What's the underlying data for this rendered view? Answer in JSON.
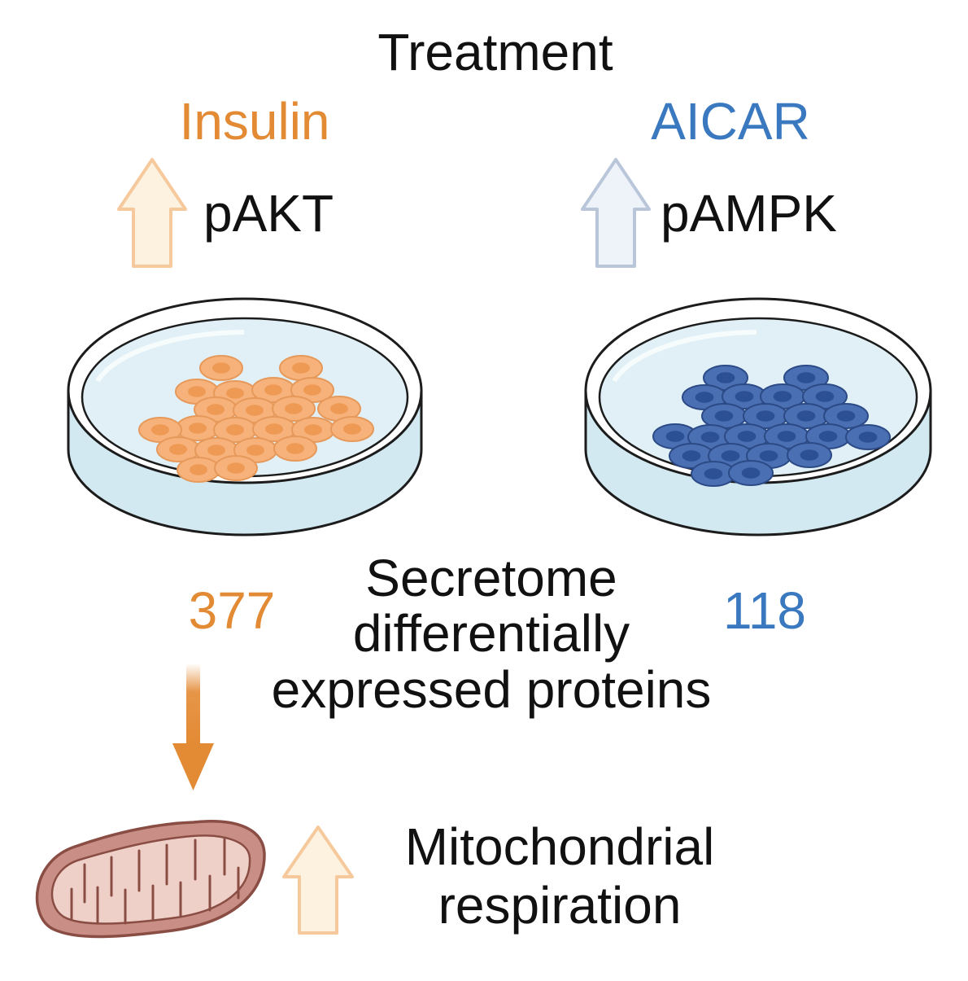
{
  "title": "Treatment",
  "treatments": [
    {
      "name": "Insulin",
      "marker": "pAKT",
      "count": "377",
      "color": "#e38a34",
      "arrow_fill": "#fdf1df",
      "arrow_stroke": "#f6c99c",
      "cell_fill": "#f6b27a",
      "cell_nucleus": "#ee9a55",
      "cell_stroke": "#e6995a"
    },
    {
      "name": "AICAR",
      "marker": "pAMPK",
      "count": "118",
      "color": "#3a78bf",
      "arrow_fill": "#eef3fa",
      "arrow_stroke": "#b9c6da",
      "cell_fill": "#4a6fb3",
      "cell_nucleus": "#2d4f93",
      "cell_stroke": "#2b4a86"
    }
  ],
  "secretome": {
    "lines": [
      "Secretome",
      "differentially",
      "expressed proteins"
    ]
  },
  "outcome": {
    "lines": [
      "Mitochondrial",
      "respiration"
    ],
    "down_arrow_color": "#e38a34",
    "up_arrow_fill": "#fdf1df",
    "up_arrow_stroke": "#f6c99c",
    "mito_outer": "#c98f86",
    "mito_inner": "#efd0c9",
    "mito_stroke": "#8a4d44"
  },
  "icons": {
    "dish": "petri-dish-icon",
    "mitochondrion": "mitochondrion-icon",
    "up_arrow": "up-arrow-icon",
    "down_arrow": "down-arrow-icon"
  }
}
